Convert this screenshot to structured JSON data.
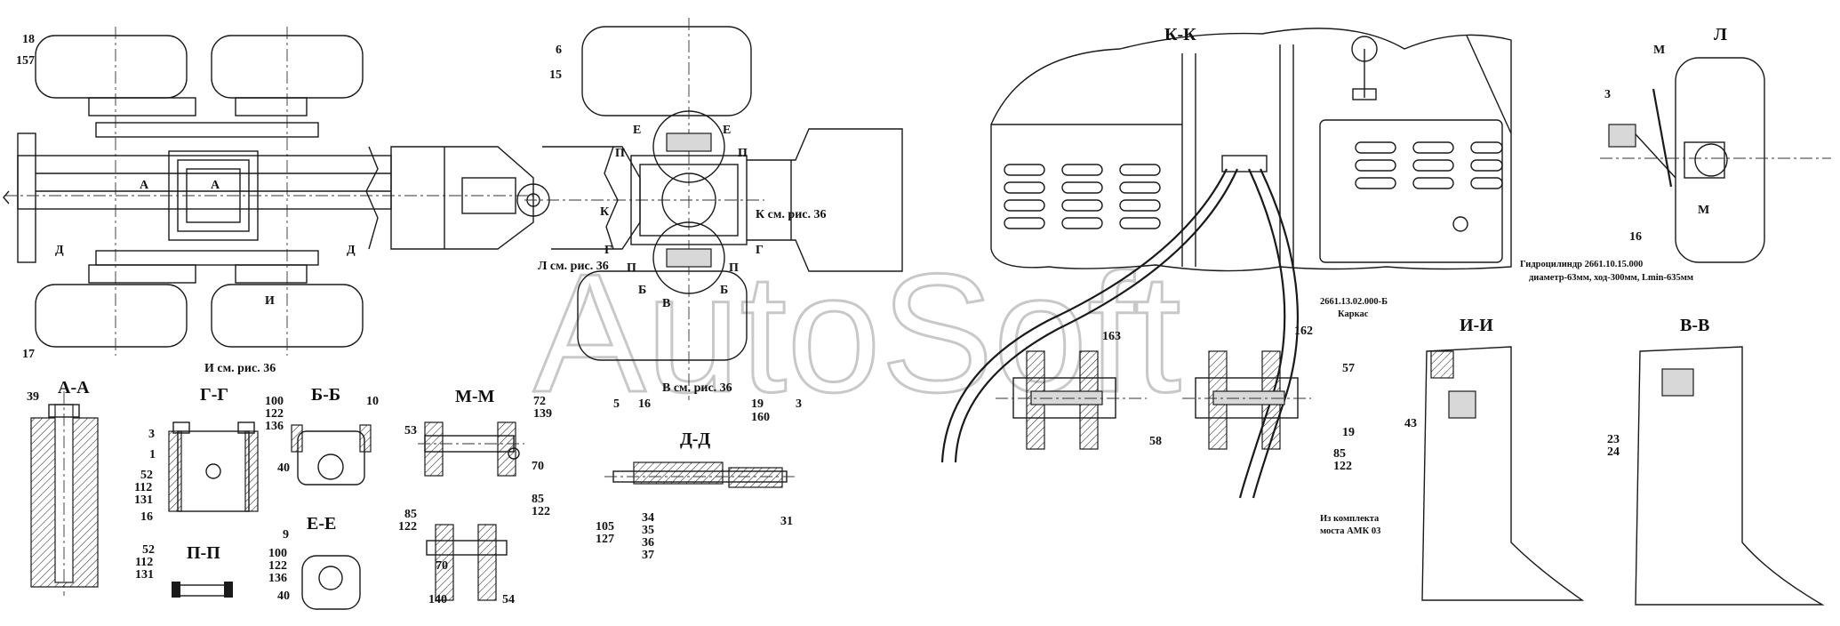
{
  "watermark": "AutoSoft",
  "views": {
    "AA": "А-А",
    "GG": "Г-Г",
    "BB": "Б-Б",
    "MM": "М-М",
    "DD": "Д-Д",
    "EE": "Е-Е",
    "PP": "П-П",
    "KK": "К-К",
    "L": "Л",
    "II": "И-И",
    "VV": "В-В"
  },
  "sections": {
    "A": "А",
    "D": "Д",
    "I": "И",
    "P": "П",
    "E": "Е",
    "K": "К",
    "G": "Г",
    "B": "Б",
    "V": "В",
    "M": "М"
  },
  "refs": {
    "I_36": "И см. рис. 36",
    "L_36": "Л см. рис. 36",
    "K_36": "К см. рис. 36",
    "V_36": "В см. рис. 36"
  },
  "notes": {
    "cylinder_line1": "Гидроцилиндр 2661.10.15.000",
    "cylinder_line2": "диаметр-63мм, ход-300мм, Lmin-635мм",
    "frame_code": "2661.13.02.000-Б",
    "frame_name": "Каркас",
    "kit_line1": "Из комплекта",
    "kit_line2": "моста АМК 03"
  },
  "parts": {
    "p18": "18",
    "p157": "157",
    "p17": "17",
    "p6": "6",
    "p15": "15",
    "p5": "5",
    "p16": "16",
    "p19": "19",
    "p160": "160",
    "p3": "3",
    "p39": "39",
    "p1": "1",
    "p52": "52",
    "p112": "112",
    "p131": "131",
    "p100": "100",
    "p122": "122",
    "p136": "136",
    "p10": "10",
    "p40": "40",
    "p53": "53",
    "p72": "72",
    "p139": "139",
    "p70": "70",
    "p85": "85",
    "p9": "9",
    "p140": "140",
    "p54": "54",
    "p105": "105",
    "p127": "127",
    "p34": "34",
    "p35": "35",
    "p36": "36",
    "p37": "37",
    "p31": "31",
    "p163": "163",
    "p162": "162",
    "p58": "58",
    "p57": "57",
    "p43": "43",
    "p23": "23",
    "p24": "24"
  }
}
